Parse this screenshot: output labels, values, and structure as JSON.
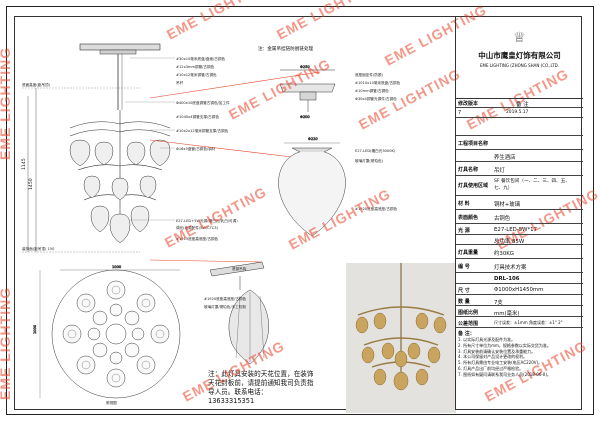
{
  "company": {
    "name_cn": "中山市鹰皇灯饰有限公司",
    "name_en": "EME LIGHTING (ZHONG SHAN )CO.,LTD.",
    "logo_icon": "crown-logo-icon"
  },
  "revision": {
    "header_no": "修改版本",
    "header_remark": "备  注",
    "no": "7",
    "date": "2019.5.17"
  },
  "fields": [
    {
      "label": "工程项目名称",
      "value": ""
    },
    {
      "label": "",
      "value": "养生酒店"
    },
    {
      "label": "灯具名称",
      "value": "吊灯"
    },
    {
      "label": "灯具使用区域",
      "value": "SF 餐饮包间（一、二、三、四、五、七、九）"
    },
    {
      "label": "材    料",
      "value": "铜材+玻璃"
    },
    {
      "label": "表面颜色",
      "value": "古铜色"
    },
    {
      "label": "光    源",
      "value": "E27-LED-5W*17"
    },
    {
      "label": "",
      "value": "总功率:85W"
    },
    {
      "label": "灯具重量",
      "value": "约30KG"
    },
    {
      "label": "编    号",
      "value": "灯具技术方案"
    },
    {
      "label": "",
      "value": "DRL-106"
    },
    {
      "label": "尺    寸",
      "value": "Φ1000xH1450mm"
    },
    {
      "label": "数    量",
      "value": "7支"
    },
    {
      "label": "图纸比例",
      "value": "mm(毫米)"
    },
    {
      "label": "公差范围",
      "value": "尺寸误差：±1mm  角度误差：±1° 2°"
    }
  ],
  "notes_title": "备 注：",
  "notes": [
    "1. 以实际灯具光源及配件为准。",
    "2. 所有尺寸单位为mm，规格参数以实际交货为准。",
    "3. 灯具安装前请确认安装位置及承重能力。",
    "4. 本公司保留对产品设计更改的权利。",
    "5. 所有灯具需由专业电工安装(电压AC220V)。",
    "6. 灯具产品出厂前均经过严格检验。",
    "7. 图纸如有疑问请联系我司业务人员(2018-06-0)。"
  ],
  "drawing": {
    "top_note": "注：金属吊挂链防脱链处理",
    "ceiling_label": "底面高度(距吊顶)",
    "ceiling_label2": "装饰面(距吊顶) 150",
    "dim_total": "1450",
    "dim_sub": "1145",
    "dim_disc": "Φ250",
    "dim_disc2": "Φ200",
    "dim_shade": "Φ220",
    "dim_width": "1000",
    "callouts_left": [
      "#30x10毫米底盘/盘面/古铜色",
      "#12x3mm铜管/古铜色",
      "#10x12毫米铜管/古铜色",
      "吊杆",
      "Φ400x10底盘铜管古铜色/加工件",
      "#1040x4铜管支撑/古铜色",
      "#10x2x12毫米铜管支撑/古铜色",
      "Φ16x3盘管/古铜色/铜材",
      "E27-LED+5W光源(暖白光/乳白/可调)",
      "调光(电源配件/5W/CTC3)",
      "#1915底座高底座/古铜色"
    ],
    "callouts_right": [
      "底座固定件(防脱)",
      "#1010x10毫米底盘/古铜色",
      "#10mm铜管/古铜色",
      "Φ30x4铜管光源件/古铜色",
      "E27-LED(暖白光3000K)",
      "玻璃灯罩(琥珀色)",
      "#1920底座高底座/古铜色"
    ],
    "detail_labels": [
      "底部吊钩",
      "#1920底座高底座/古铜色",
      "玻璃灯罩/琥珀色/手工吹制"
    ],
    "chinese_note_lines": [
      "注：此灯具安装的天花位置，在装饰",
      "天花封板前，请提前通知我司负责指",
      "导人员。联系电话：",
      "13633315351"
    ],
    "bottom_label": "俯视图"
  },
  "watermark": "EME LIGHTING",
  "accent_color": "#e8442a"
}
